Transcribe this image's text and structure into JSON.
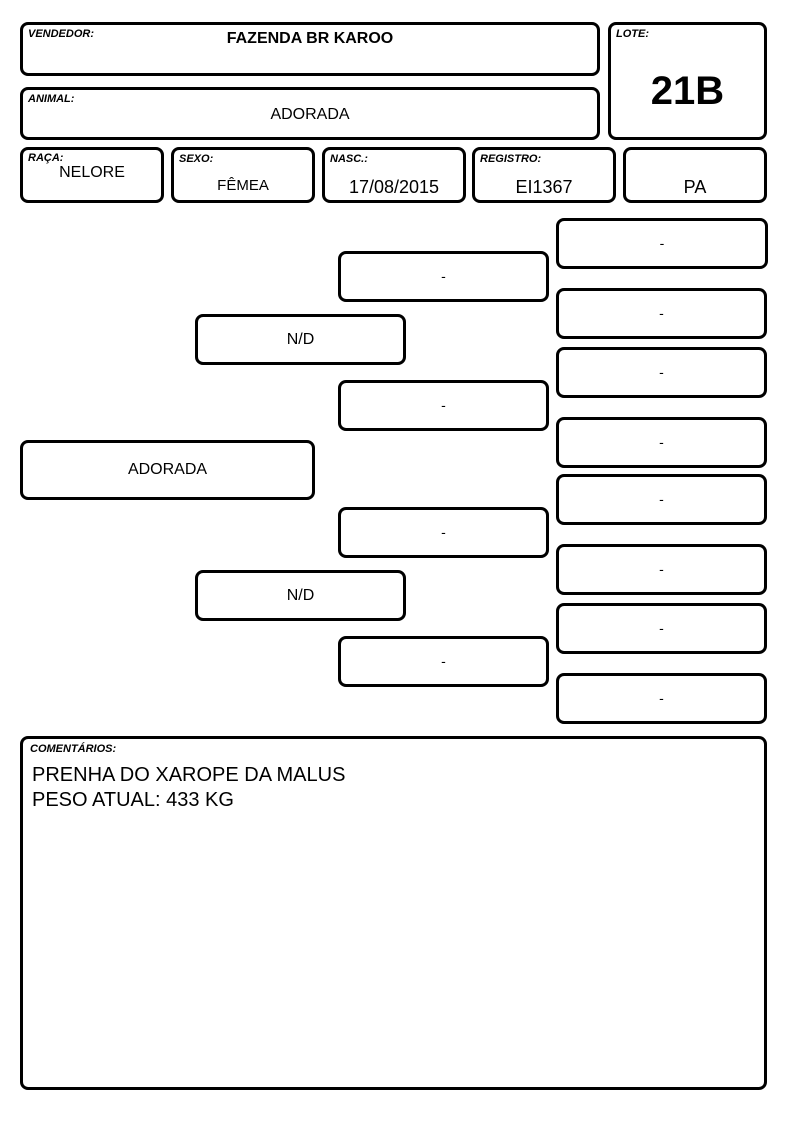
{
  "header": {
    "vendedor_label": "VENDEDOR:",
    "vendedor_value": "FAZENDA BR KAROO",
    "lote_label": "LOTE:",
    "lote_value": "21B",
    "animal_label": "ANIMAL:",
    "animal_value": "ADORADA"
  },
  "details": {
    "raca_label": "RAÇA:",
    "raca_value": "NELORE",
    "sexo_label": "SEXO:",
    "sexo_value": "FÊMEA",
    "nasc_label": "NASC.:",
    "nasc_value": "17/08/2015",
    "registro_label": "REGISTRO:",
    "registro_value": "EI1367",
    "uf_value": "PA"
  },
  "pedigree": {
    "animal": "ADORADA",
    "sire": "N/D",
    "dam": "N/D",
    "sire_sire": "-",
    "sire_dam": "-",
    "dam_sire": "-",
    "dam_dam": "-",
    "great_grandparents": [
      "-",
      "-",
      "-",
      "-",
      "-",
      "-",
      "-",
      "-"
    ]
  },
  "comments": {
    "label": "COMENTÁRIOS:",
    "text": "PRENHA DO XAROPE DA MALUS\nPESO ATUAL: 433 KG"
  }
}
